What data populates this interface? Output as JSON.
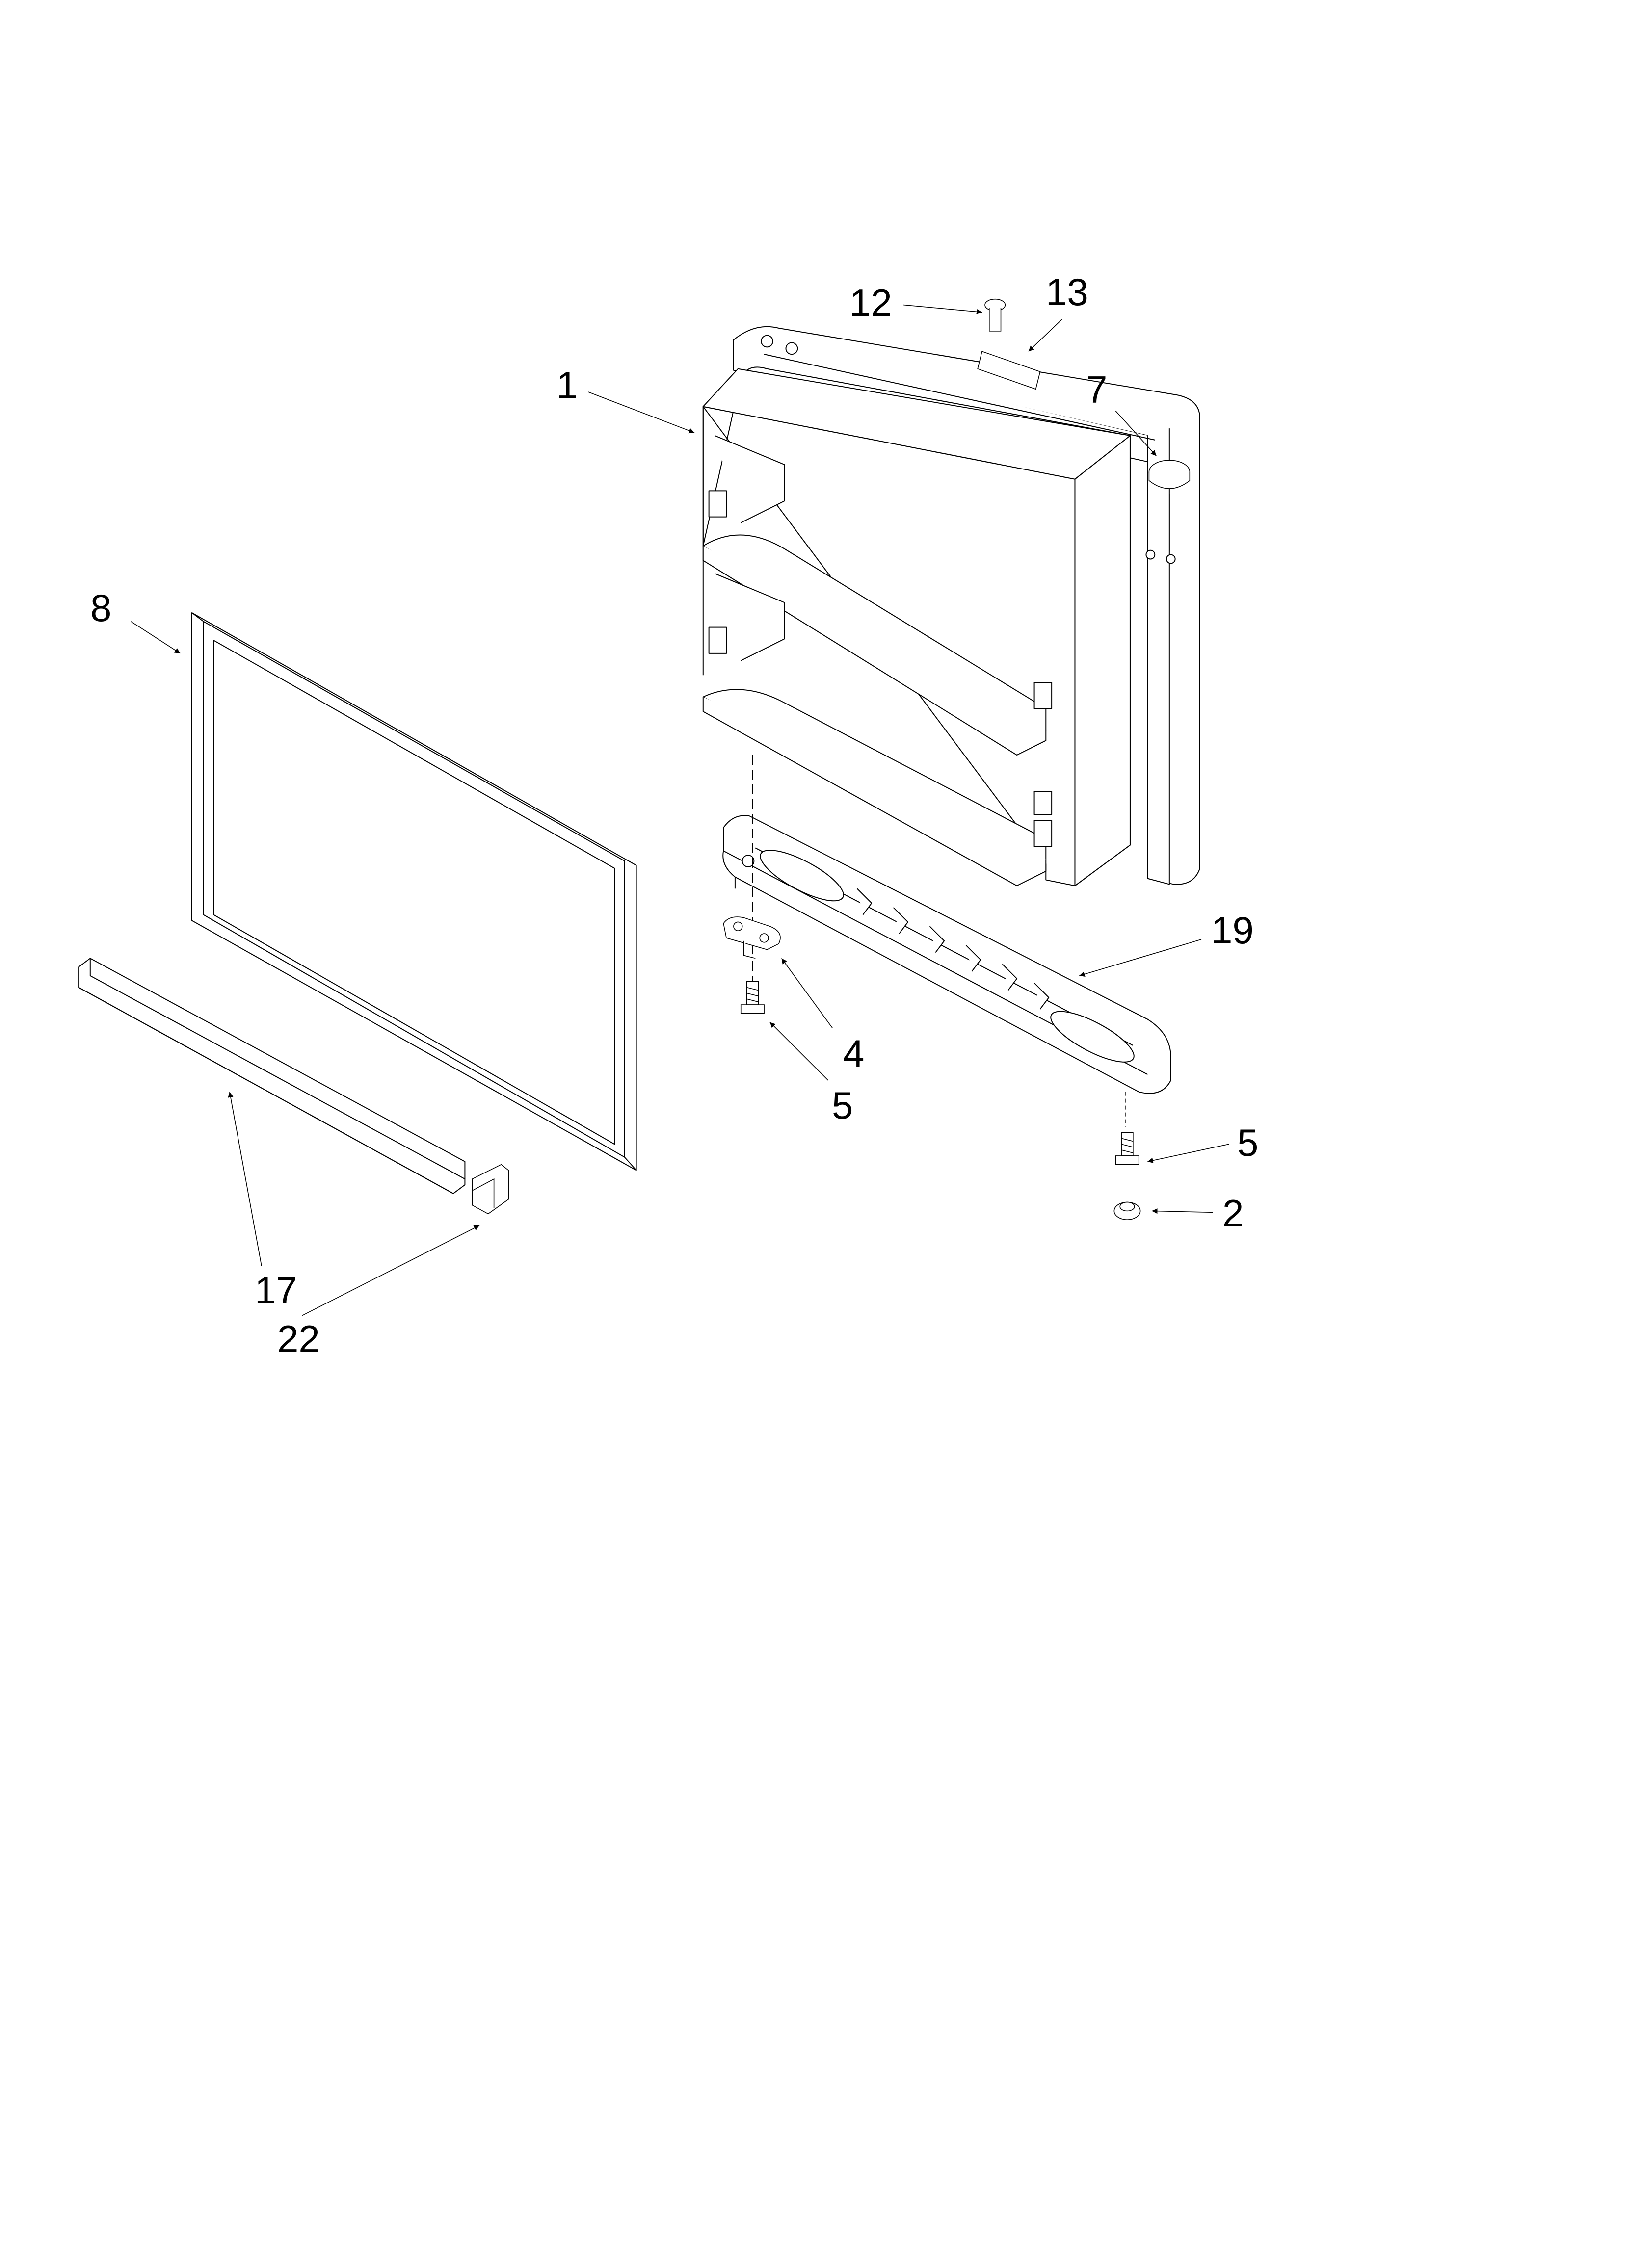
{
  "diagram": {
    "labels": {
      "door": "1",
      "door_gasket": "8",
      "door_bar": "17",
      "end_cap": "22",
      "handle_trim": "19",
      "hinge_plate": "4",
      "screw_left": "5",
      "screw_right": "5",
      "nut": "2",
      "plug": "12",
      "label_plate": "13",
      "hinge_cap": "7"
    }
  }
}
